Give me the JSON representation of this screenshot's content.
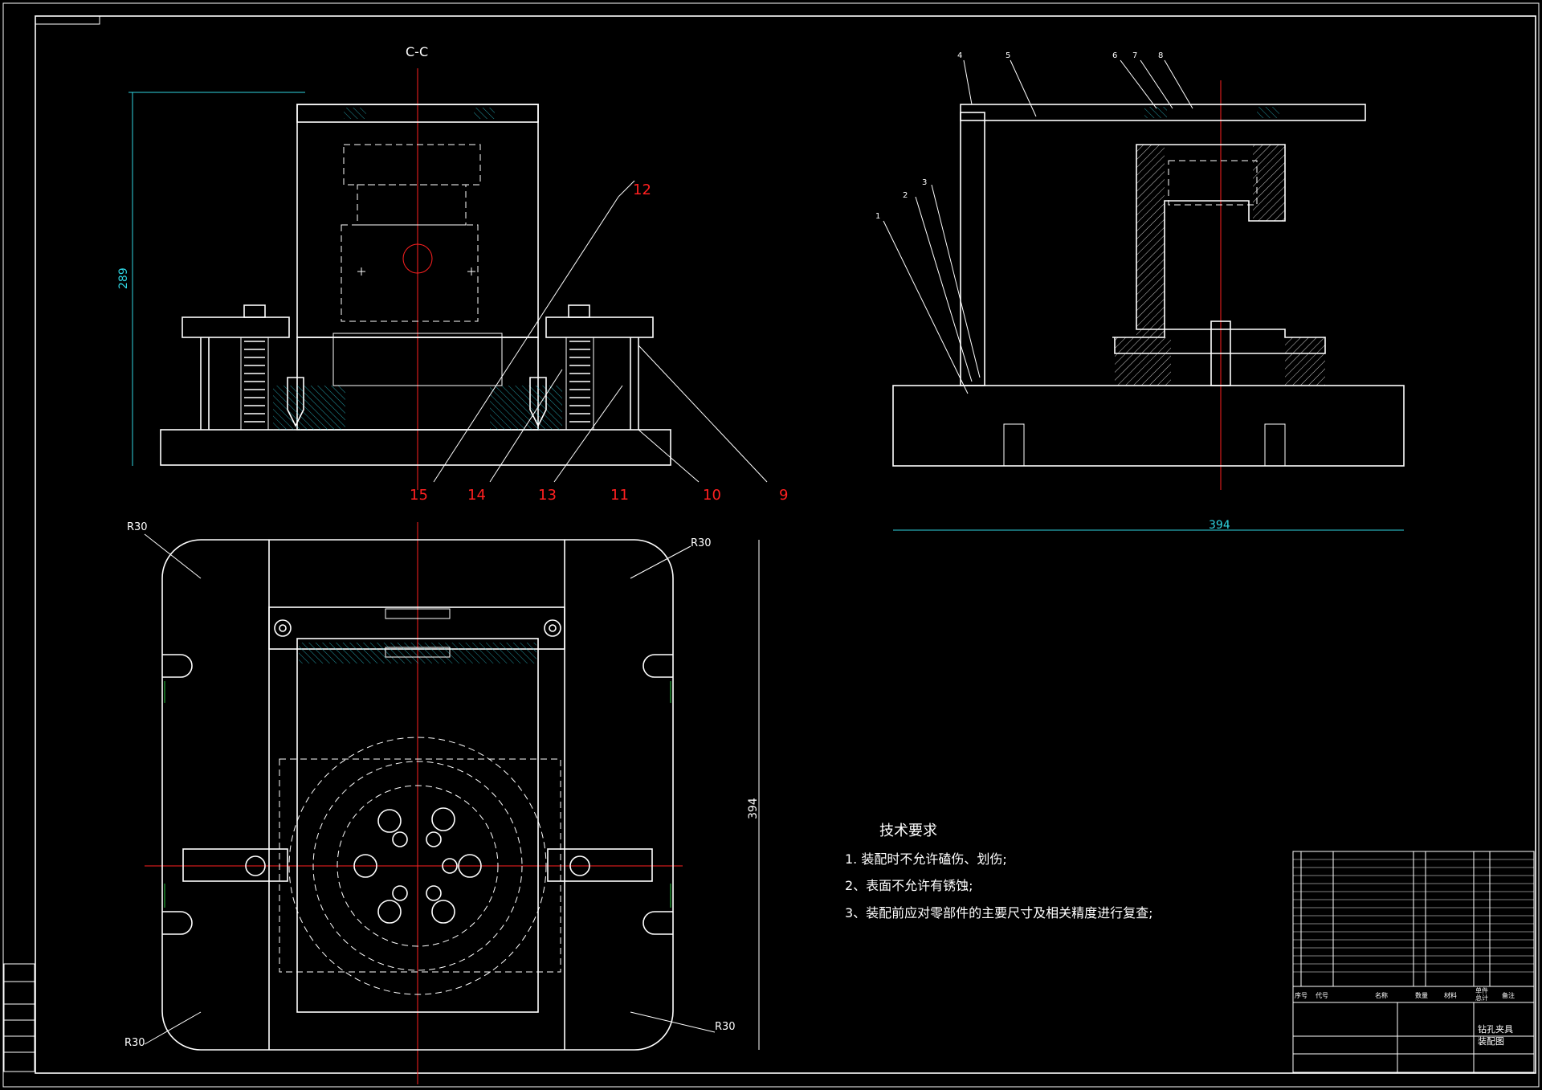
{
  "section_label": "C-C",
  "dimensions": {
    "height_front": "289",
    "width_side": "394",
    "height_plan": "394",
    "radius_tl": "R30",
    "radius_tr": "R30",
    "radius_bl": "R30",
    "radius_br": "R30"
  },
  "front_balloons": [
    "15",
    "14",
    "13",
    "11",
    "10",
    "9",
    "12"
  ],
  "side_balloons": [
    "4",
    "5",
    "6",
    "7",
    "8",
    "1",
    "2",
    "3"
  ],
  "tech_requirements": {
    "title": "技术要求",
    "items": [
      "1. 装配时不允许磕伤、划伤;",
      "2、表面不允许有锈蚀;",
      "3、装配前应对零部件的主要尺寸及相关精度进行复查;"
    ]
  },
  "title_block": {
    "drawing_name_line1": "钻孔夹具",
    "drawing_name_line2": "装配图",
    "header_cols": [
      "序号",
      "代号",
      "名称",
      "数量",
      "材料",
      "单件",
      "总计",
      "备注"
    ]
  },
  "colors": {
    "background": "#000000",
    "outline": "#ffffff",
    "centerline": "#ff2020",
    "dimension": "#2fd3e0",
    "annotation": "#29c940"
  }
}
